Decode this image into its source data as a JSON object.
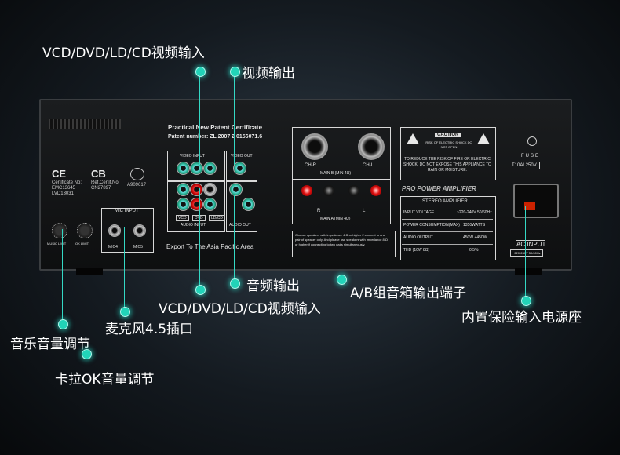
{
  "callouts": {
    "video_input_top": "VCD/DVD/LD/CD视频输入",
    "video_output": "视频输出",
    "audio_output": "音频输出",
    "video_input_bottom": "VCD/DVD/LD/CD视频输入",
    "ab_speaker": "A/B组音箱输出端子",
    "mic_jack": "麦克风4.5插口",
    "music_volume": "音乐音量调节",
    "karaoke_volume": "卡拉OK音量调节",
    "fuse_power": "内置保险输入电源座"
  },
  "panel": {
    "patent_title": "Practical New Patent Certificate",
    "patent_number": "Patent number: ZL 2007 2 0156071.6",
    "ce": "CE",
    "ce_cert": "Certificate No:",
    "ce_emc": "EMC13645",
    "ce_lvd": "LVD13031",
    "cb": "CB",
    "cb_ref": "Ref.Certif.No:",
    "cb_no": "CN27897",
    "ccc_no": "A909617",
    "video_input": "VIDEO INPUT",
    "video_out": "VIDEO OUT",
    "audio_input": "AUDIO INPUT",
    "audio_out": "AUDIO OUT",
    "sources": [
      "VCD",
      "DVD",
      "LD/CD"
    ],
    "mic_input": "MIC INPUT",
    "mic4": "MIC4",
    "mic5": "MIC5",
    "music_limit": "MUSIC LIMIT",
    "ok_limit": "OK LIMIT",
    "export": "Export To The Asia Pacific Area",
    "ch_r": "CH-R",
    "ch_l": "CH-L",
    "main_b": "MAIN B (MIN 4Ω)",
    "main_a": "MAIN A (MIN 4Ω)",
    "r": "R",
    "l": "L",
    "speaker_note": "Choose speakers with impedance 4 Ω or higher if connect to one pair of speaker only. And please use speakers with impedance 8 Ω or higher if connecting to two pairs simultaneously.",
    "caution": "CAUTION",
    "caution_sub": "RISK OF ELECTRIC SHOCK DO NOT OPEN",
    "warning": "TO REDUCE THE RISK OF FIRE OR ELECTRIC SHOCK, DO NOT EXPOSE THIS APPLIANCE TO RAIN OR MOISTURE.",
    "pro_power": "PRO POWER AMPLIFIER",
    "stereo": "STEREO AMPLIFIER",
    "specs": [
      {
        "label": "INPUT VOLTAGE",
        "value": "~220-240V 50/60Hz"
      },
      {
        "label": "POWER CONSUMPTION(MAX)",
        "value": "1350WATTS"
      },
      {
        "label": "AUDIO OUTPUT",
        "value": "450W +450W"
      },
      {
        "label": "THD (10W 8Ω)",
        "value": "0.5%"
      }
    ],
    "fuse": "FUSE",
    "fuse_rating": "T10AL250V",
    "ac_input": "AC INPUT",
    "ac_rating": "~220-240V 50/60Hz"
  }
}
